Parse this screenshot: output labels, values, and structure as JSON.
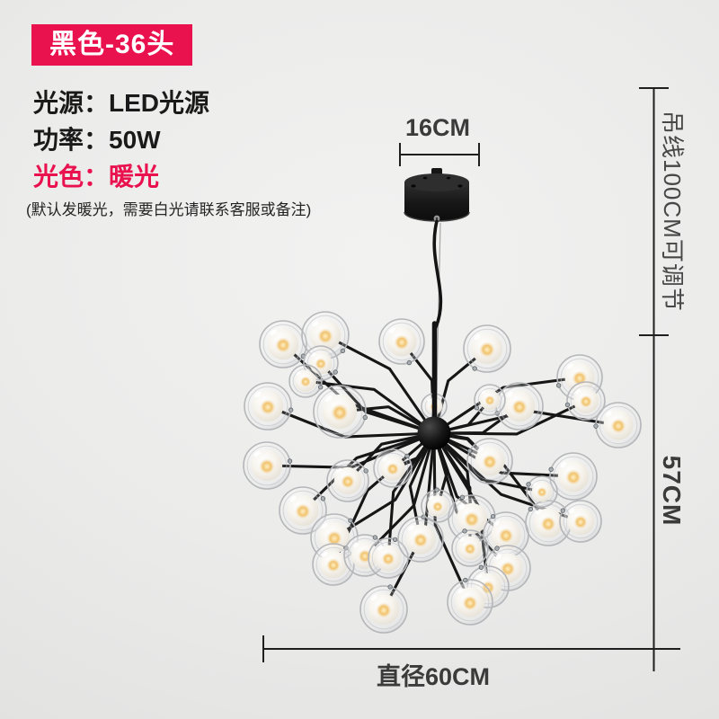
{
  "badge": {
    "label": "黑色-36头"
  },
  "specs": [
    {
      "label": "光源：",
      "value": "LED光源"
    },
    {
      "label": "功率：",
      "value": "50W"
    },
    {
      "label": "光色：",
      "value": "暖光"
    }
  ],
  "note": "(默认发暖光，需要白光请联系客服或备注)",
  "dimensions": {
    "canopy_width": "16CM",
    "wire_length": "吊线100CM可调节",
    "lamp_height": "57CM",
    "diameter": "直径60CM"
  },
  "colors": {
    "accent": "#e9124e",
    "ink": "#1a1a1a",
    "dim_line": "#1f1f1f",
    "glow": "#f1c36e"
  }
}
